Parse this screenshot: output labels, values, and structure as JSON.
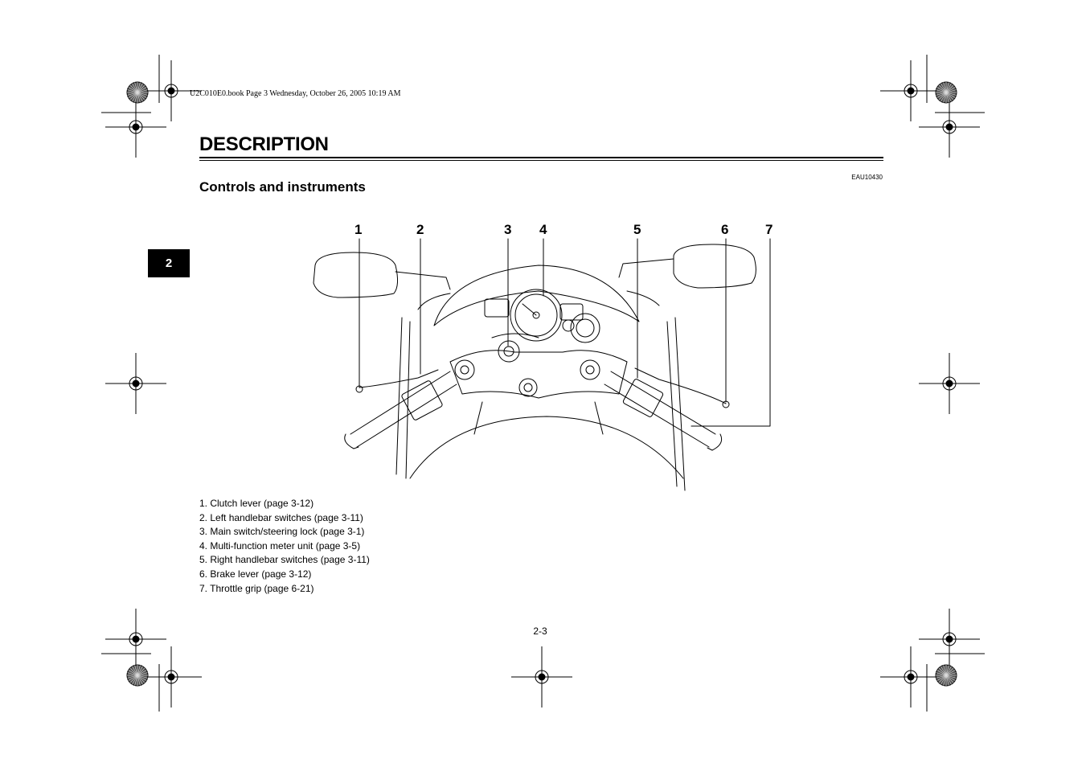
{
  "print_header": "U2C010E0.book  Page 3  Wednesday, October 26, 2005  10:19 AM",
  "page": {
    "chapter_title": "DESCRIPTION",
    "chapter_tab": "2",
    "reference_code": "EAU10430",
    "section_title": "Controls and instruments",
    "page_number": "2-3"
  },
  "figure": {
    "callouts": [
      "1",
      "2",
      "3",
      "4",
      "5",
      "6",
      "7"
    ]
  },
  "legend": [
    "1. Clutch lever (page 3-12)",
    "2. Left handlebar switches (page 3-11)",
    "3. Main switch/steering lock (page 3-1)",
    "4. Multi-function meter unit (page 3-5)",
    "5. Right handlebar switches (page 3-11)",
    "6. Brake lever (page 3-12)",
    "7. Throttle grip (page 6-21)"
  ]
}
